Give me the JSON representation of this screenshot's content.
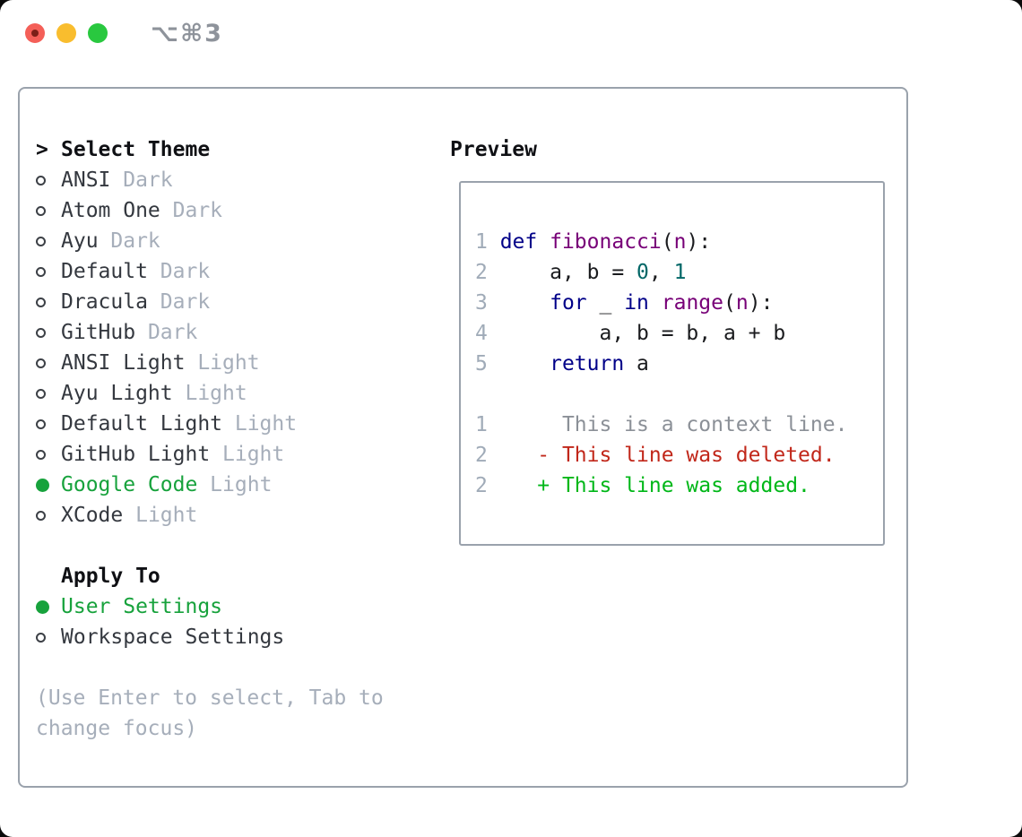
{
  "window": {
    "shortcut": "⌥⌘3",
    "traffic_lights": [
      {
        "name": "close-button",
        "color": "#f45f58"
      },
      {
        "name": "minimize-button",
        "color": "#f9bd2e"
      },
      {
        "name": "zoom-button",
        "color": "#29c83f"
      }
    ]
  },
  "theme_picker": {
    "heading_prefix": ">",
    "heading": "Select Theme",
    "themes": [
      {
        "name": "ANSI",
        "variant": "Dark",
        "selected": false
      },
      {
        "name": "Atom One",
        "variant": "Dark",
        "selected": false
      },
      {
        "name": "Ayu",
        "variant": "Dark",
        "selected": false
      },
      {
        "name": "Default",
        "variant": "Dark",
        "selected": false
      },
      {
        "name": "Dracula",
        "variant": "Dark",
        "selected": false
      },
      {
        "name": "GitHub",
        "variant": "Dark",
        "selected": false
      },
      {
        "name": "ANSI Light",
        "variant": "Light",
        "selected": false
      },
      {
        "name": "Ayu Light",
        "variant": "Light",
        "selected": false
      },
      {
        "name": "Default Light",
        "variant": "Light",
        "selected": false
      },
      {
        "name": "GitHub Light",
        "variant": "Light",
        "selected": false
      },
      {
        "name": "Google Code",
        "variant": "Light",
        "selected": true
      },
      {
        "name": "XCode",
        "variant": "Light",
        "selected": false
      }
    ],
    "apply_heading": "Apply To",
    "apply_options": [
      {
        "name": "User Settings",
        "selected": true
      },
      {
        "name": "Workspace Settings",
        "selected": false
      }
    ],
    "hint_line1": "(Use Enter to select, Tab to",
    "hint_line2": "change focus)"
  },
  "preview": {
    "heading": "Preview",
    "code_lines": [
      {
        "number": "1",
        "tokens": [
          {
            "t": "def",
            "c": "keyword"
          },
          {
            "t": " ",
            "c": "plain"
          },
          {
            "t": "fibonacci",
            "c": "title"
          },
          {
            "t": "(",
            "c": "plain"
          },
          {
            "t": "n",
            "c": "title"
          },
          {
            "t": "):",
            "c": "plain"
          }
        ]
      },
      {
        "number": "2",
        "tokens": [
          {
            "t": "    a, b = ",
            "c": "plain"
          },
          {
            "t": "0",
            "c": "number"
          },
          {
            "t": ", ",
            "c": "plain"
          },
          {
            "t": "1",
            "c": "number"
          }
        ]
      },
      {
        "number": "3",
        "tokens": [
          {
            "t": "    ",
            "c": "plain"
          },
          {
            "t": "for",
            "c": "keyword"
          },
          {
            "t": " _ ",
            "c": "plain"
          },
          {
            "t": "in",
            "c": "keyword"
          },
          {
            "t": " ",
            "c": "plain"
          },
          {
            "t": "range",
            "c": "title"
          },
          {
            "t": "(",
            "c": "plain"
          },
          {
            "t": "n",
            "c": "title"
          },
          {
            "t": "):",
            "c": "plain"
          }
        ]
      },
      {
        "number": "4",
        "tokens": [
          {
            "t": "        a, b = b, a + b",
            "c": "plain"
          }
        ]
      },
      {
        "number": "5",
        "tokens": [
          {
            "t": "    ",
            "c": "plain"
          },
          {
            "t": "return",
            "c": "keyword"
          },
          {
            "t": " a",
            "c": "plain"
          }
        ]
      }
    ],
    "diff_lines": [
      {
        "number": "1",
        "text": "     This is a context line.",
        "kind": "context"
      },
      {
        "number": "2",
        "text": "   - This line was deleted.",
        "kind": "deleted"
      },
      {
        "number": "2",
        "text": "   + This line was added.",
        "kind": "added"
      }
    ]
  },
  "colors": {
    "accent_green": "#17a23c",
    "muted_gray": "#a6aeba",
    "panel_border": "#9aa2ac",
    "keyword_blue": "#000088",
    "title_purple": "#770077",
    "number_teal": "#006666",
    "diff_context_gray": "#8b9097",
    "diff_deleted_red": "#c1271a",
    "diff_added_green": "#00b718",
    "line_number_gray": "#a0abb8"
  }
}
